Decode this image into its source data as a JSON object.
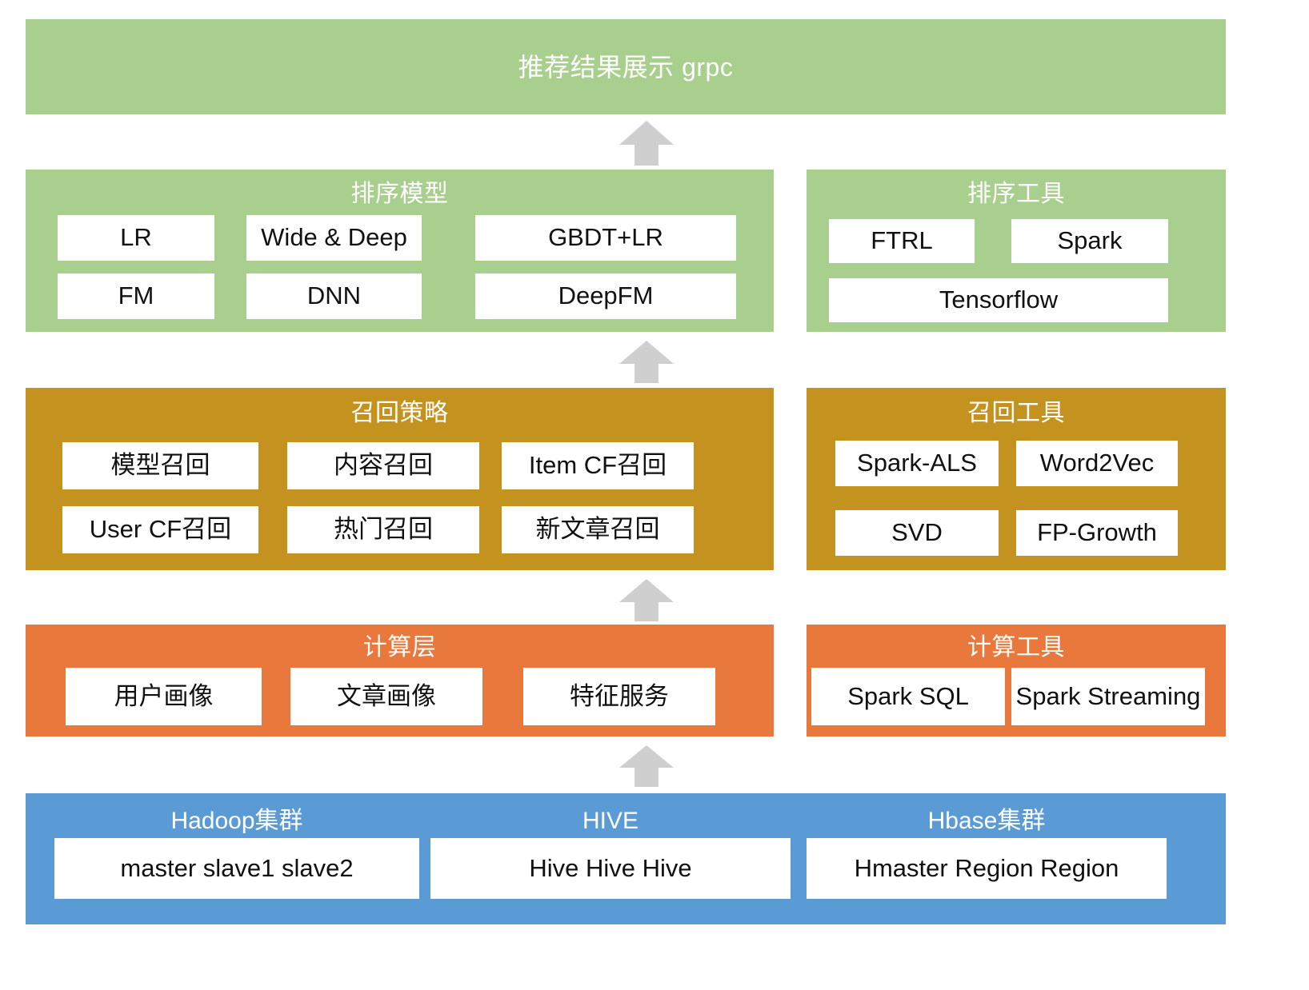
{
  "meta": {
    "diagram_title": "推荐系统架构图",
    "colors": {
      "serving_green": "#a8cf8e",
      "recall_gold": "#c3921f",
      "compute_orange": "#e8783c",
      "storage_blue": "#5b9bd5",
      "arrow_gray": "#cfcfcf",
      "chip_white": "#ffffff",
      "text_dark": "#111111",
      "text_light": "#ffffff"
    }
  },
  "top_banner": {
    "title": "推荐结果展示 grpc"
  },
  "ranking": {
    "models": {
      "title": "排序模型",
      "row1": [
        "LR",
        "Wide & Deep",
        "GBDT+LR"
      ],
      "row2": [
        "FM",
        "DNN",
        "DeepFM"
      ]
    },
    "tools": {
      "title": "排序工具",
      "row1": [
        "FTRL",
        "Spark"
      ],
      "row2": [
        "Tensorflow"
      ]
    }
  },
  "recall": {
    "strategy": {
      "title": "召回策略",
      "row1": [
        "模型召回",
        "内容召回",
        "Item CF召回"
      ],
      "row2": [
        "User CF召回",
        "热门召回",
        "新文章召回"
      ]
    },
    "tools": {
      "title": "召回工具",
      "row1": [
        "Spark-ALS",
        "Word2Vec"
      ],
      "row2": [
        "SVD",
        "FP-Growth"
      ]
    }
  },
  "compute": {
    "layer": {
      "title": "计算层",
      "items": [
        "用户画像",
        "文章画像",
        "特征服务"
      ]
    },
    "tools": {
      "title": "计算工具",
      "items": [
        "Spark SQL",
        "Spark Streaming"
      ]
    }
  },
  "storage": {
    "groups": [
      {
        "label": "Hadoop集群",
        "nodes": "master slave1 slave2"
      },
      {
        "label": "HIVE",
        "nodes": "Hive Hive Hive"
      },
      {
        "label": "Hbase集群",
        "nodes": "Hmaster Region Region"
      }
    ]
  },
  "arrows": {
    "to_banner": "up-arrow-icon",
    "to_ranking": "up-arrow-icon",
    "to_recall": "up-arrow-icon",
    "to_compute": "up-arrow-icon"
  }
}
